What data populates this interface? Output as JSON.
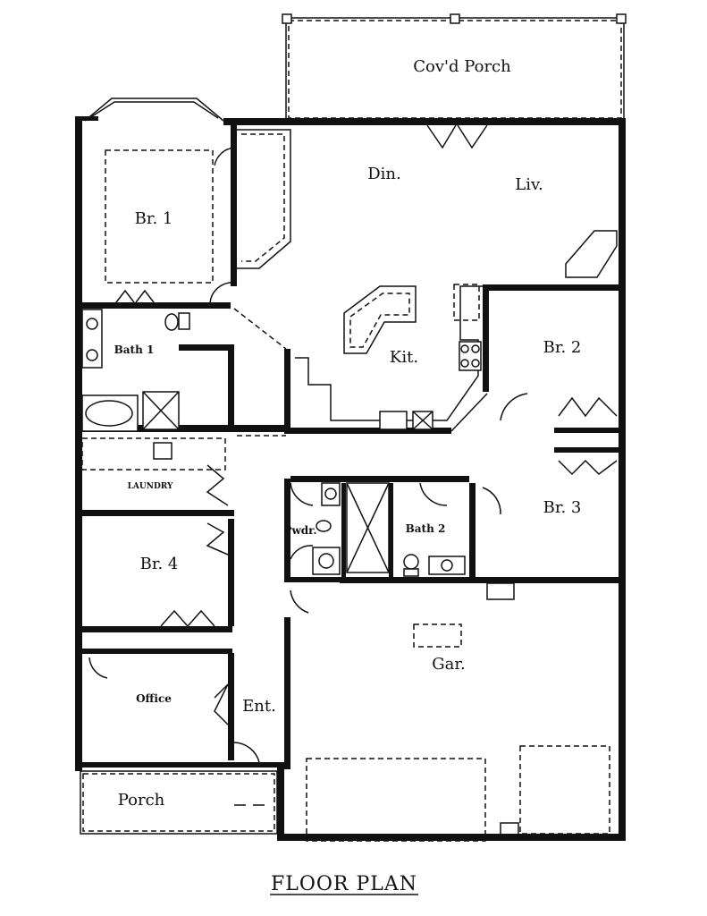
{
  "rooms": {
    "covd_porch": "Cov'd Porch",
    "din": "Din.",
    "liv": "Liv.",
    "br1": "Br. 1",
    "bath1": "Bath 1",
    "kit": "Kit.",
    "br2": "Br. 2",
    "laundry": "LAUNDRY",
    "br3": "Br. 3",
    "pwdr": "Pwdr.",
    "bath2": "Bath 2",
    "br4": "Br. 4",
    "gar": "Gar.",
    "office": "Office",
    "ent": "Ent.",
    "porch": "Porch"
  },
  "title": "FLOOR PLAN"
}
